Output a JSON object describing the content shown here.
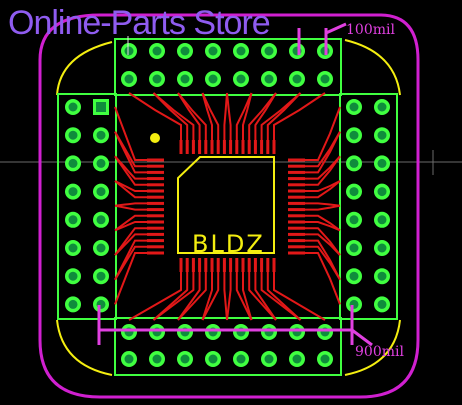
{
  "board": {
    "watermark": "Online-Parts Store",
    "part_label": "BLDZ",
    "dimension_top": "100mil",
    "dimension_bottom": "900mil"
  },
  "colors": {
    "background": "#000000",
    "copper": "#e21818",
    "outline": "#f4ee10",
    "header": "#40ff40",
    "pad": "#0f8c3c",
    "dimension": "#e040e0",
    "watermark": "#8f5cf0"
  }
}
